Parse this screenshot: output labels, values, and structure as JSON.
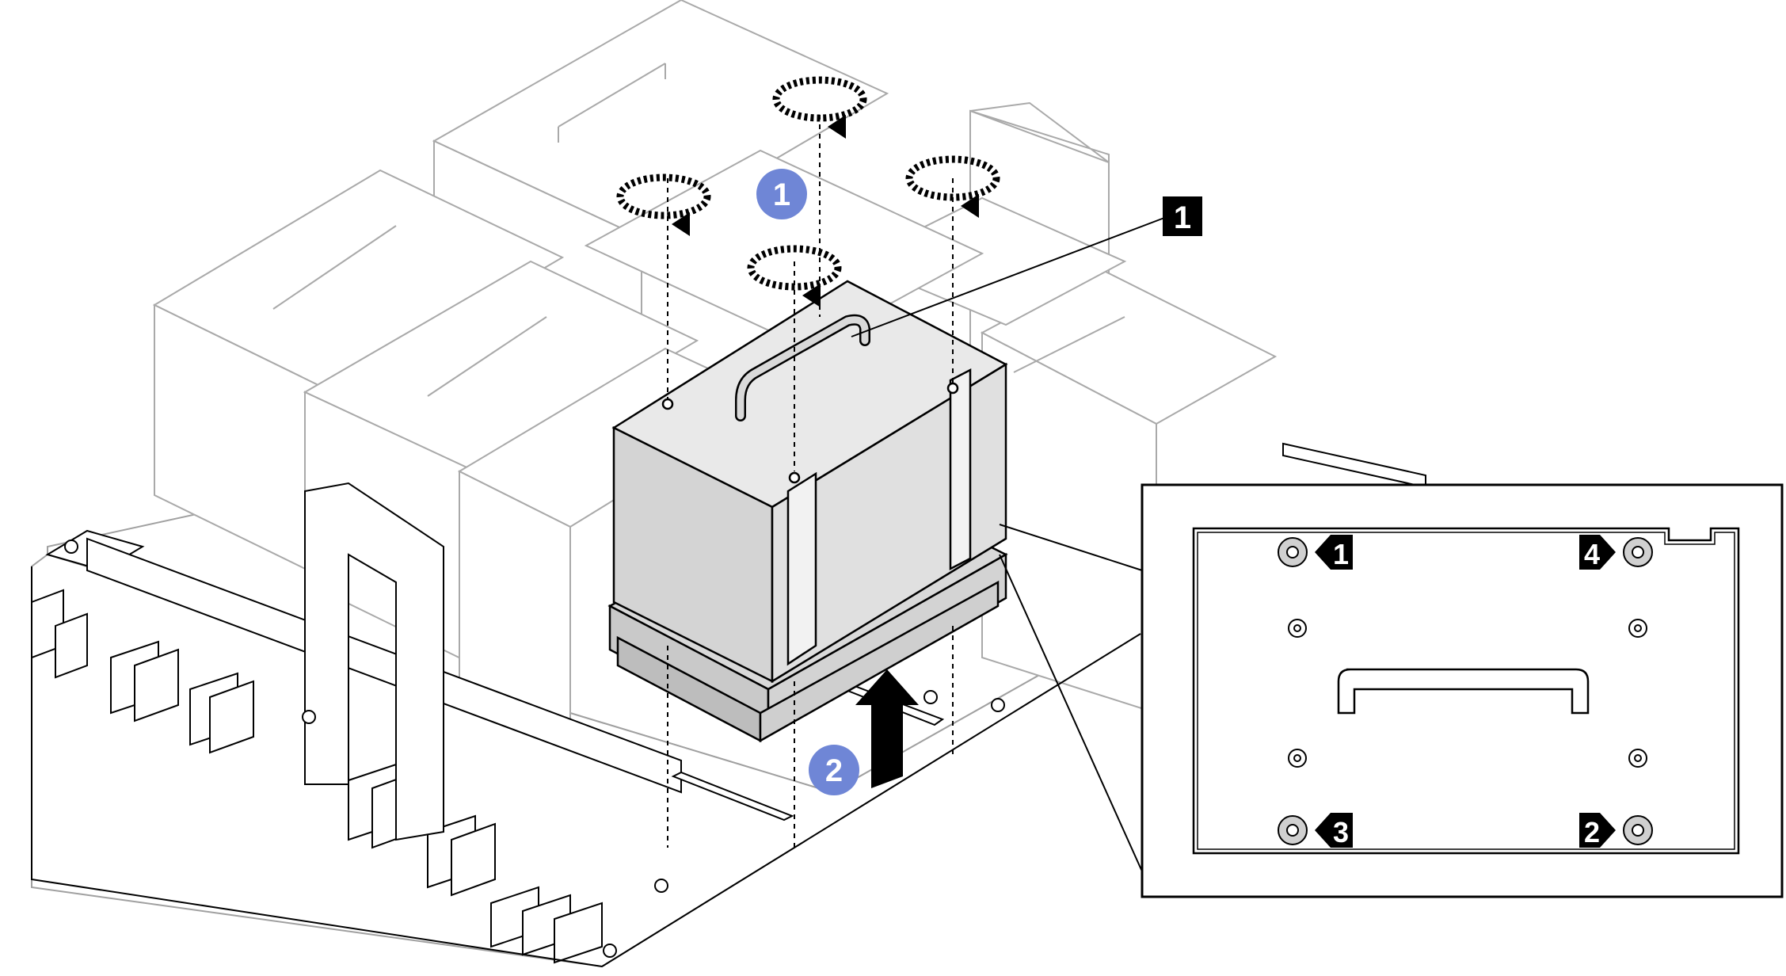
{
  "callouts": {
    "main_label": "1",
    "step1": "1",
    "step2": "2"
  },
  "inset": {
    "screw_labels": [
      "1",
      "4",
      "3",
      "2"
    ]
  },
  "colors": {
    "step_badge": "#6f86d6",
    "highlight_part": "#e6e6e6",
    "line": "#000000",
    "faded_line": "#9a9a9a",
    "black_label": "#000000"
  },
  "icons": {
    "rotate_arrow": "rotate-ccw-icon",
    "lift_arrow": "up-arrow-icon",
    "screw": "torx-screw-icon"
  }
}
